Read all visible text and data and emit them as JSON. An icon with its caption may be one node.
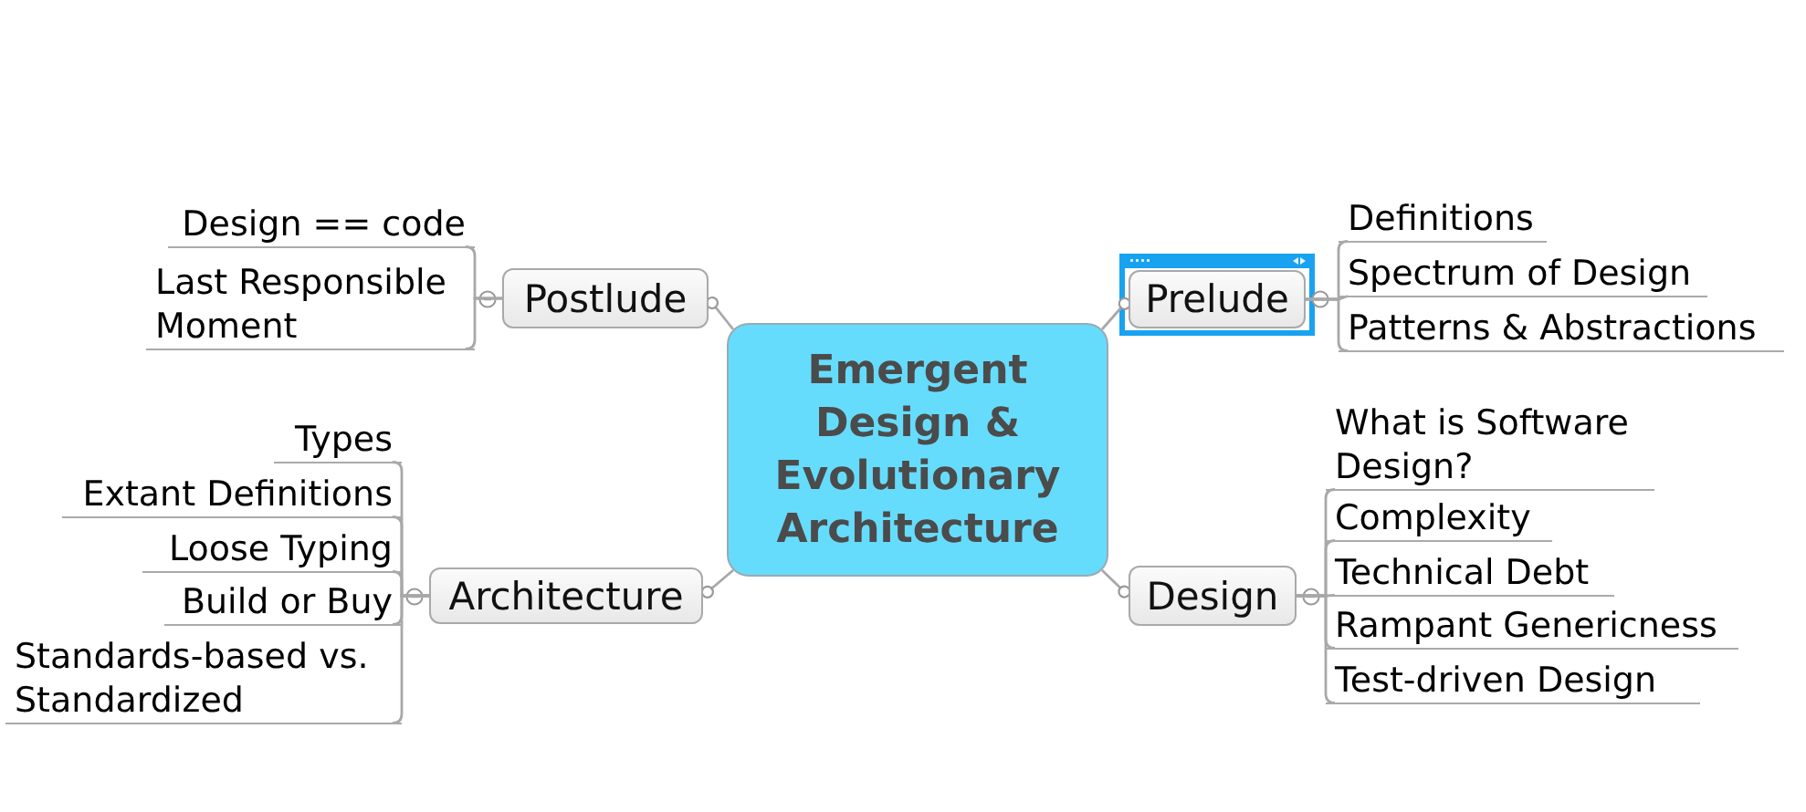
{
  "diagram": {
    "nodes": [
      {
        "text": [
          "Emergent Design & Evolutionary Architecture"
        ]
      },
      {
        "text": [
          "Postlude"
        ]
      },
      {
        "text": [
          "Design == code"
        ]
      },
      {
        "text": [
          "Last Responsible Moment"
        ]
      },
      {
        "text": [
          "Prelude"
        ]
      },
      {
        "text": [
          "Definitions"
        ]
      },
      {
        "text": [
          "Spectrum of Design"
        ]
      },
      {
        "text": [
          "Patterns & Abstractions"
        ]
      },
      {
        "text": [
          "Architecture"
        ]
      },
      {
        "text": [
          "Types"
        ]
      },
      {
        "text": [
          "Extant Definitions"
        ]
      },
      {
        "text": [
          "Loose Typing"
        ]
      },
      {
        "text": [
          "Build or Buy"
        ]
      },
      {
        "text": [
          "Standards-based vs. Standardized"
        ]
      },
      {
        "text": [
          "Design"
        ]
      },
      {
        "text": [
          "What is Software Design?"
        ]
      },
      {
        "text": [
          "Complexity"
        ]
      },
      {
        "text": [
          "Technical Debt"
        ]
      },
      {
        "text": [
          "Rampant Genericness"
        ]
      },
      {
        "text": [
          "Test-driven Design"
        ]
      }
    ],
    "edges": [
      {
        "from": 0,
        "to": 1,
        "arrow": "other"
      },
      {
        "from": 0,
        "to": 4,
        "arrow": "other"
      },
      {
        "from": 0,
        "to": 8,
        "arrow": "other"
      },
      {
        "from": 0,
        "to": 14,
        "arrow": "other"
      },
      {
        "from": 1,
        "to": 2,
        "arrow": "none"
      },
      {
        "from": 1,
        "to": 3,
        "arrow": "none"
      },
      {
        "from": 4,
        "to": 5,
        "arrow": "none"
      },
      {
        "from": 4,
        "to": 6,
        "arrow": "none"
      },
      {
        "from": 4,
        "to": 7,
        "arrow": "none"
      },
      {
        "from": 8,
        "to": 9,
        "arrow": "none"
      },
      {
        "from": 8,
        "to": 10,
        "arrow": "none"
      },
      {
        "from": 8,
        "to": 11,
        "arrow": "none"
      },
      {
        "from": 8,
        "to": 12,
        "arrow": "none"
      },
      {
        "from": 8,
        "to": 13,
        "arrow": "none"
      },
      {
        "from": 14,
        "to": 15,
        "arrow": "none"
      },
      {
        "from": 14,
        "to": 16,
        "arrow": "none"
      },
      {
        "from": 14,
        "to": 17,
        "arrow": "none"
      },
      {
        "from": 14,
        "to": 18,
        "arrow": "none"
      },
      {
        "from": 14,
        "to": 19,
        "arrow": "none"
      }
    ]
  }
}
